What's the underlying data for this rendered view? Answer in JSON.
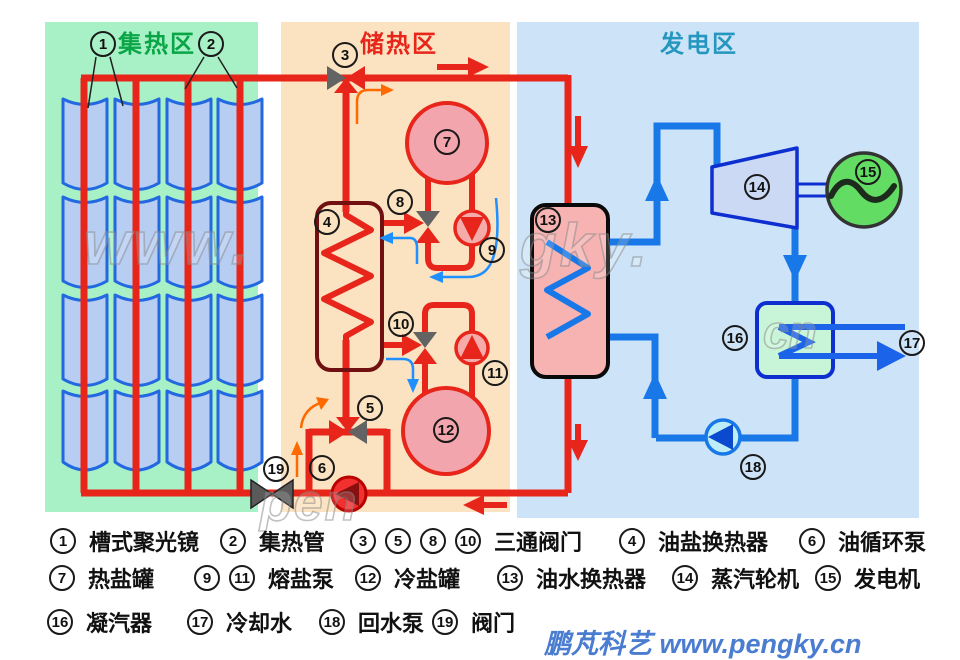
{
  "zones": {
    "collection": {
      "label": "集热区",
      "title_color": "#0aa546",
      "bg": "#a8f1c6"
    },
    "storage": {
      "label": "储热区",
      "title_color": "#e8251a",
      "bg": "#fbe2c0"
    },
    "generation": {
      "label": "发电区",
      "title_color": "#2596be",
      "bg": "#cde4f8"
    }
  },
  "colors": {
    "hot_pipe": "#e8251a",
    "cold_pipe": "#1878e8",
    "charge_arrow": "#ff6a00",
    "tank_fill": "#f2a5ad",
    "exchanger_oil_salt_fill": "#f7a159",
    "exchanger_oil_water_fill": "#f7b2b2",
    "condenser_fill": "#c8f5d8",
    "turbine_fill": "#ccd9f5",
    "generator_fill": "#63dc63"
  },
  "badges": {
    "n1": "1",
    "n2": "2",
    "n3": "3",
    "n4": "4",
    "n5": "5",
    "n6": "6",
    "n7": "7",
    "n8": "8",
    "n9": "9",
    "n10": "10",
    "n11": "11",
    "n12": "12",
    "n13": "13",
    "n14": "14",
    "n15": "15",
    "n16": "16",
    "n17": "17",
    "n18": "18",
    "n19": "19"
  },
  "legend": {
    "items": [
      {
        "nums": [
          "1"
        ],
        "label": "槽式聚光镜"
      },
      {
        "nums": [
          "2"
        ],
        "label": "集热管"
      },
      {
        "nums": [
          "3",
          "5",
          "8",
          "10"
        ],
        "label": "三通阀门"
      },
      {
        "nums": [
          "4"
        ],
        "label": "油盐换热器"
      },
      {
        "nums": [
          "6"
        ],
        "label": "油循环泵"
      },
      {
        "nums": [
          "7"
        ],
        "label": "热盐罐"
      },
      {
        "nums": [
          "9",
          "11"
        ],
        "label": "熔盐泵"
      },
      {
        "nums": [
          "12"
        ],
        "label": "冷盐罐"
      },
      {
        "nums": [
          "13"
        ],
        "label": "油水换热器"
      },
      {
        "nums": [
          "14"
        ],
        "label": "蒸汽轮机"
      },
      {
        "nums": [
          "15"
        ],
        "label": "发电机"
      },
      {
        "nums": [
          "16"
        ],
        "label": "凝汽器"
      },
      {
        "nums": [
          "17"
        ],
        "label": "冷却水"
      },
      {
        "nums": [
          "18"
        ],
        "label": "回水泵"
      },
      {
        "nums": [
          "19"
        ],
        "label": "阀门"
      }
    ]
  },
  "watermarks": {
    "ghost1": "www.",
    "ghost2": "gky.",
    "ghost3": "pen",
    "ghost4": "cn",
    "brand": "鹏芃科艺 www.pengky.cn"
  }
}
